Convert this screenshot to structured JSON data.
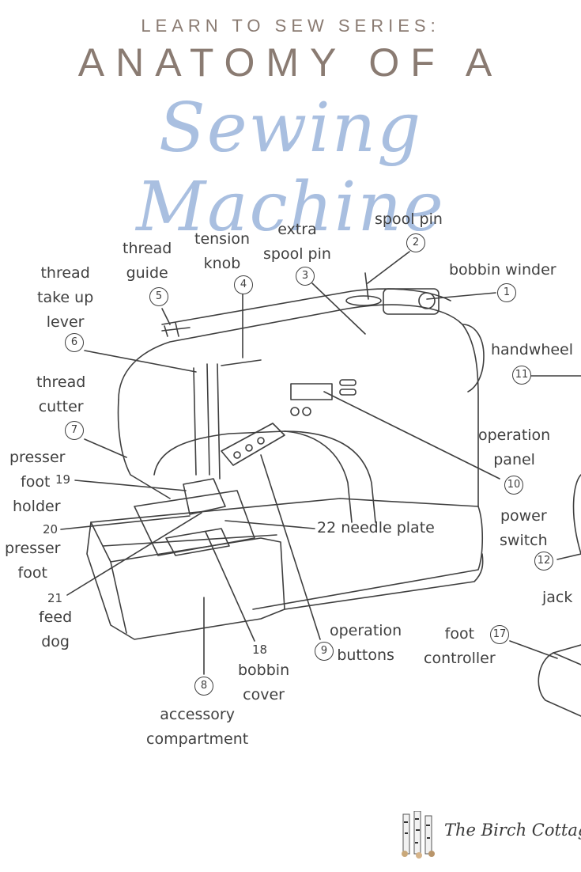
{
  "header": {
    "series": "LEARN TO SEW SERIES:",
    "title": "ANATOMY OF A",
    "script_title": "Sewing Machine"
  },
  "labels": {
    "spool_pin": "spool pin",
    "extra_spool_pin_1": "extra",
    "extra_spool_pin_2": "spool pin",
    "tension_knob_1": "tension",
    "tension_knob_2": "knob",
    "thread_guide_1": "thread",
    "thread_guide_2": "guide",
    "take_up_1": "thread",
    "take_up_2": "take up",
    "take_up_3": "lever",
    "bobbin_winder": "bobbin winder",
    "handwheel": "handwheel",
    "thread_cutter_1": "thread",
    "thread_cutter_2": "cutter",
    "presser_holder_1": "presser",
    "presser_holder_2": "foot",
    "presser_holder_3": "holder",
    "operation_panel_1": "operation",
    "operation_panel_2": "panel",
    "power_switch_1": "power",
    "power_switch_2": "switch",
    "presser_foot_1": "presser",
    "presser_foot_2": "foot",
    "needle_plate": "22 needle plate",
    "feed_dog_1": "feed",
    "feed_dog_2": "dog",
    "jack": "jack",
    "operation_buttons_1": "operation",
    "operation_buttons_2": "buttons",
    "foot_controller_1": "foot",
    "foot_controller_2": "controller",
    "bobbin_cover_1": "bobbin",
    "bobbin_cover_2": "cover",
    "accessory_1": "accessory",
    "accessory_2": "compartment"
  },
  "numbers": {
    "n1": "1",
    "n2": "2",
    "n3": "3",
    "n4": "4",
    "n5": "5",
    "n6": "6",
    "n7": "7",
    "n8": "8",
    "n9": "9",
    "n10": "10",
    "n11": "11",
    "n12": "12",
    "n17": "17",
    "n18": "18",
    "n19": "19",
    "n20": "20",
    "n21": "21"
  },
  "logo": {
    "text": "The Birch Cottage"
  },
  "colors": {
    "title_taupe": "#8a7b72",
    "script_blue": "#a9bfe0",
    "line": "#3f3f3f"
  }
}
